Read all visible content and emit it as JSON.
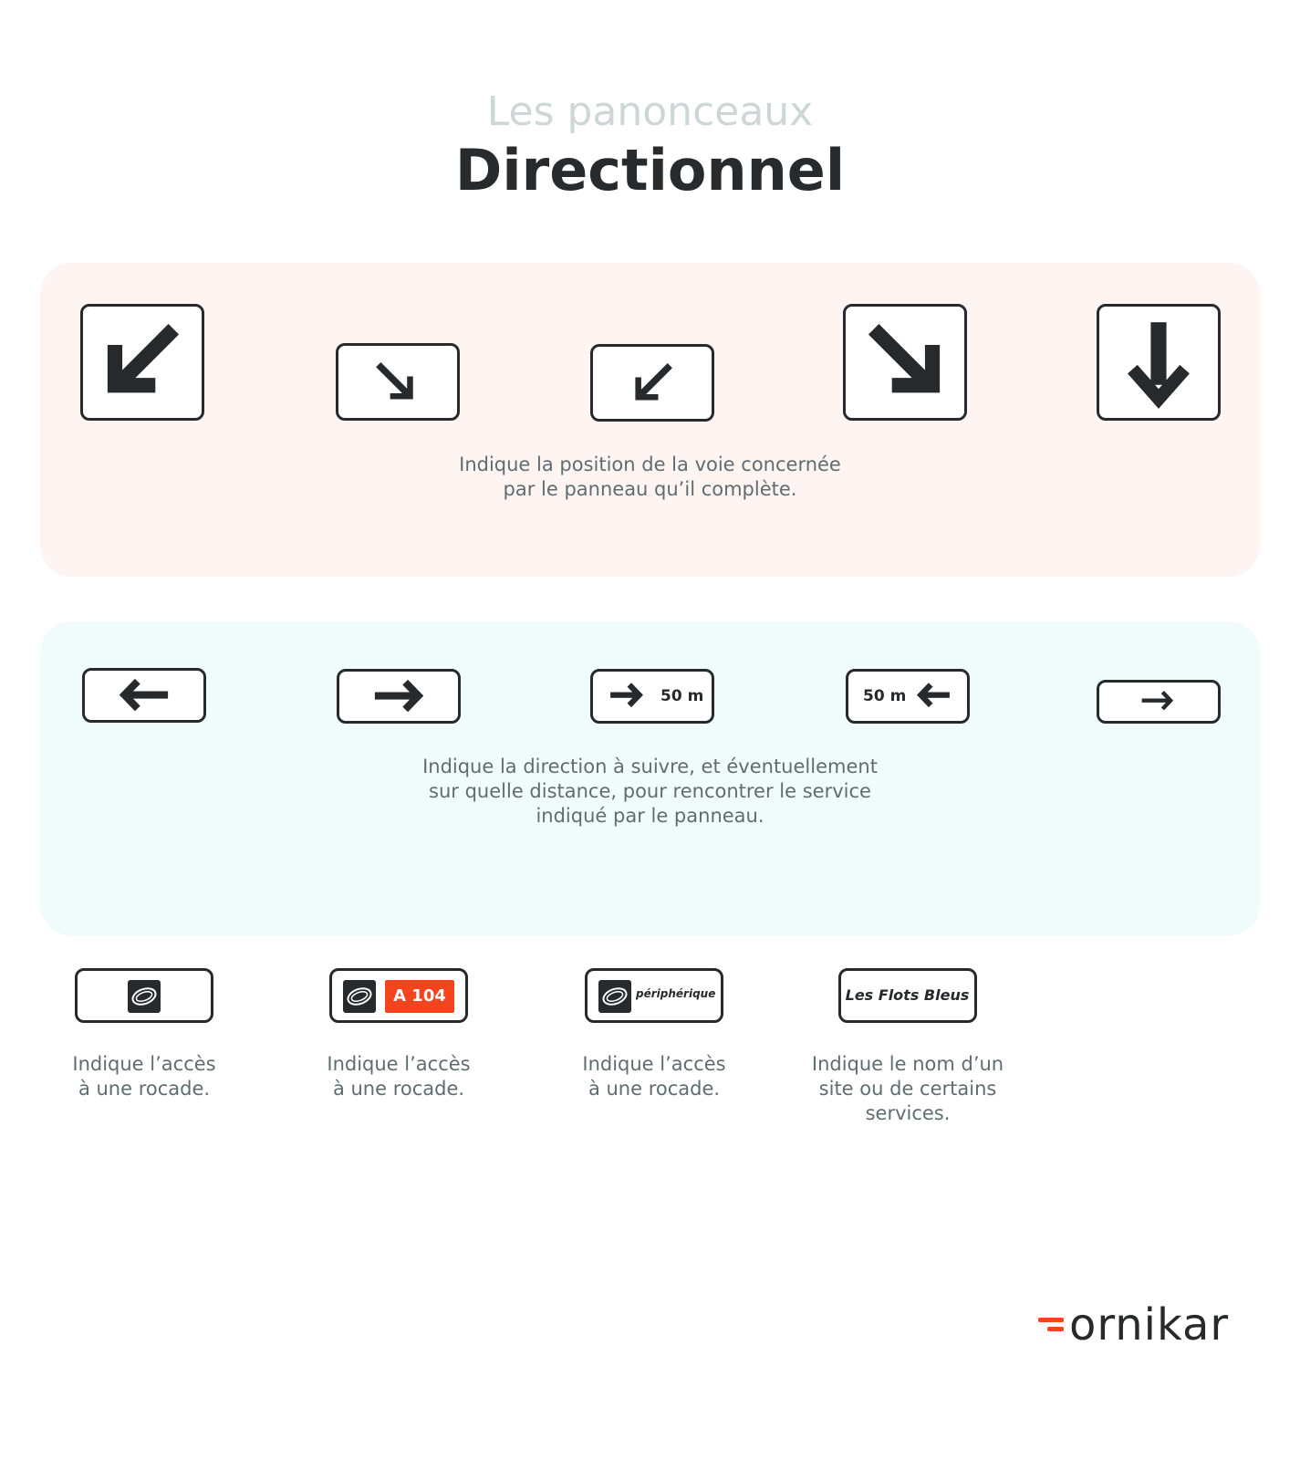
{
  "header": {
    "subtitle": "Les panonceaux",
    "title": "Directionnel"
  },
  "position_section": {
    "description_line1": "Indique la position de la voie concernée",
    "description_line2": "par le panneau qu’il complète.",
    "signs": [
      {
        "icon": "arrow-down-left-icon"
      },
      {
        "icon": "arrow-down-right-icon"
      },
      {
        "icon": "arrow-down-left-icon"
      },
      {
        "icon": "arrow-down-right-icon"
      },
      {
        "icon": "arrow-down-icon"
      }
    ]
  },
  "direction_section": {
    "description_line1": "Indique la direction à suivre, et éventuellement",
    "description_line2": "sur quelle distance, pour rencontrer le service",
    "description_line3": "indiqué par le panneau.",
    "signs": [
      {
        "icon": "arrow-left-icon"
      },
      {
        "icon": "arrow-right-icon"
      },
      {
        "icon": "arrow-right-icon",
        "distance": "50 m"
      },
      {
        "icon": "arrow-left-icon",
        "distance": "50 m"
      },
      {
        "icon": "arrow-right-icon"
      }
    ]
  },
  "service_signs": [
    {
      "icon": "ring-road-icon",
      "note_line1": "Indique l’accès",
      "note_line2": "à une rocade."
    },
    {
      "icon": "ring-road-icon",
      "road": "A 104",
      "note_line1": "Indique l’accès",
      "note_line2": "à une rocade."
    },
    {
      "icon": "ring-road-icon",
      "label": "périphérique",
      "note_line1": "Indique l’accès",
      "note_line2": "à une rocade."
    },
    {
      "label": "Les Flots Bleus",
      "note_line1": "Indique le nom d’un",
      "note_line2": "site ou de certains",
      "note_line3": "services."
    }
  ],
  "brand": {
    "name": "ornikar",
    "accent_color": "#f2451d",
    "text_color": "#262a2c"
  },
  "colors": {
    "panel_pink": "#fef4f2",
    "panel_blue": "#f0fcfc",
    "sign_ink": "#262a2c",
    "road_badge": "#f2451d"
  }
}
